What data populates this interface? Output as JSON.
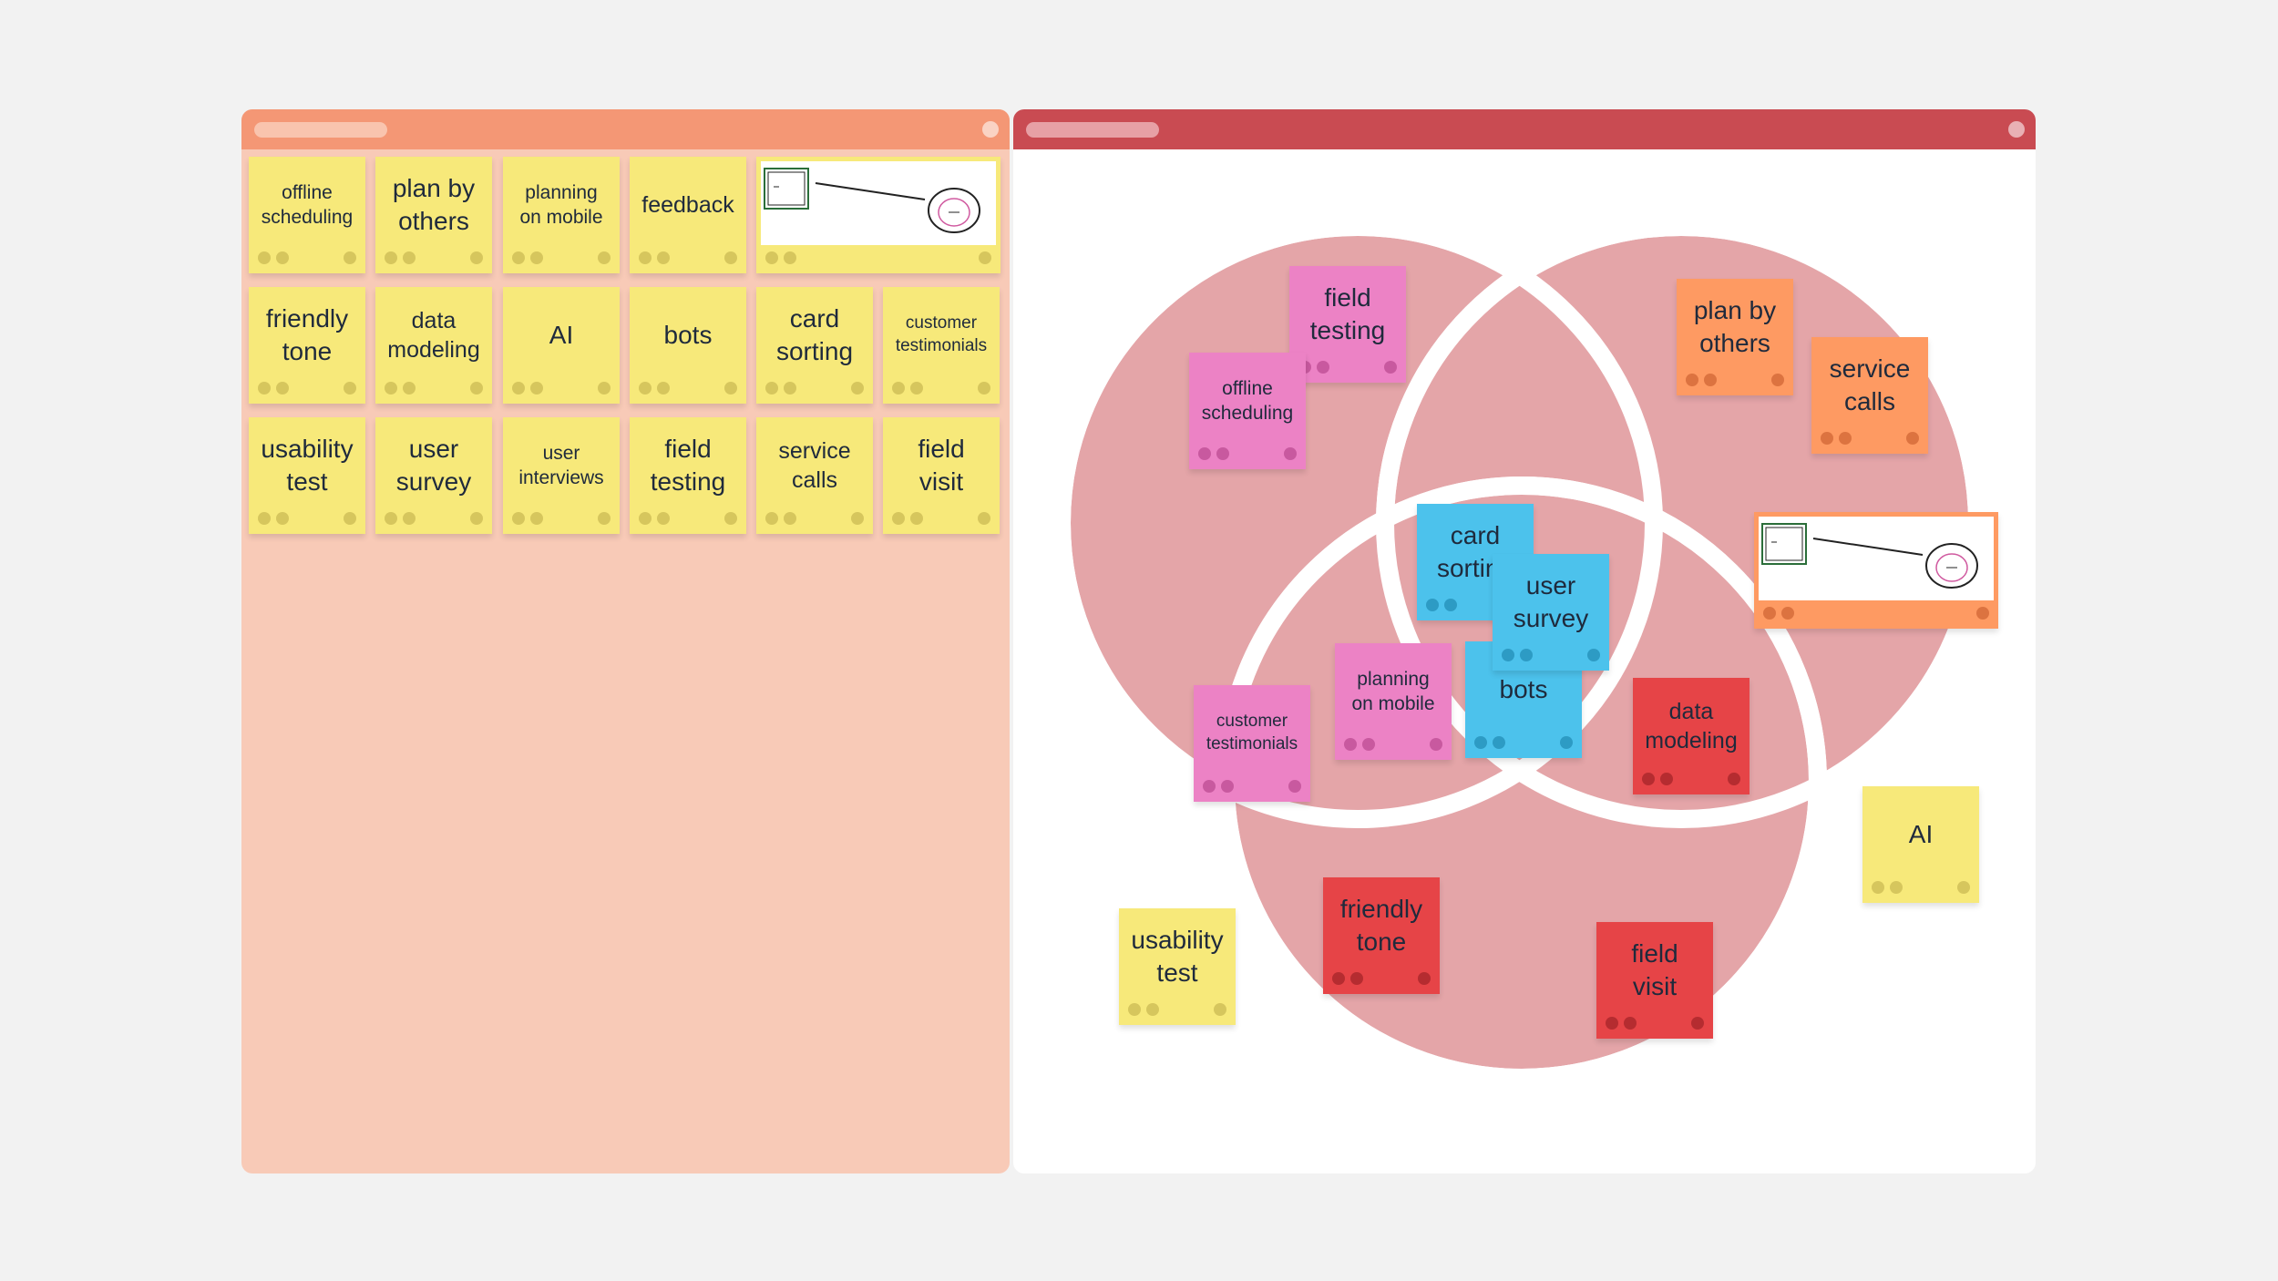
{
  "left_panel": {
    "notes": [
      {
        "id": "l-offline-scheduling",
        "text": "offline\nscheduling",
        "size": "s"
      },
      {
        "id": "l-plan-by-others",
        "text": "plan by\nothers",
        "size": "l"
      },
      {
        "id": "l-planning-on-mobile",
        "text": "planning\non mobile",
        "size": "s"
      },
      {
        "id": "l-feedback",
        "text": "feedback",
        "size": "m"
      },
      {
        "id": "l-friendly-tone",
        "text": "friendly\ntone",
        "size": "l"
      },
      {
        "id": "l-data-modeling",
        "text": "data\nmodeling",
        "size": "m"
      },
      {
        "id": "l-ai",
        "text": "AI",
        "size": "l"
      },
      {
        "id": "l-bots",
        "text": "bots",
        "size": "l"
      },
      {
        "id": "l-card-sorting",
        "text": "card\nsorting",
        "size": "l"
      },
      {
        "id": "l-customer-testimonials",
        "text": "customer\ntestimonials",
        "size": "xs"
      },
      {
        "id": "l-usability-test",
        "text": "usability\ntest",
        "size": "l"
      },
      {
        "id": "l-user-survey",
        "text": "user\nsurvey",
        "size": "l"
      },
      {
        "id": "l-user-interviews",
        "text": "user\ninterviews",
        "size": "s"
      },
      {
        "id": "l-field-testing",
        "text": "field\ntesting",
        "size": "l"
      },
      {
        "id": "l-service-calls",
        "text": "service\ncalls",
        "size": "m"
      },
      {
        "id": "l-field-visit",
        "text": "field\nvisit",
        "size": "l"
      }
    ]
  },
  "right_panel": {
    "notes": [
      {
        "id": "r-field-testing",
        "text": "field\ntesting",
        "size": "l",
        "color": "pink"
      },
      {
        "id": "r-offline-scheduling",
        "text": "offline\nscheduling",
        "size": "s",
        "color": "pink"
      },
      {
        "id": "r-plan-by-others",
        "text": "plan by\nothers",
        "size": "l",
        "color": "orange"
      },
      {
        "id": "r-service-calls",
        "text": "service\ncalls",
        "size": "l",
        "color": "orange"
      },
      {
        "id": "r-card-sorting",
        "text": "card\nsorting",
        "size": "l",
        "color": "blue"
      },
      {
        "id": "r-bots",
        "text": "bots",
        "size": "l",
        "color": "blue"
      },
      {
        "id": "r-user-survey",
        "text": "user\nsurvey",
        "size": "l",
        "color": "blue"
      },
      {
        "id": "r-planning-on-mobile",
        "text": "planning\non mobile",
        "size": "s",
        "color": "pink"
      },
      {
        "id": "r-customer-testimonials",
        "text": "customer\ntestimonials",
        "size": "xs",
        "color": "pink"
      },
      {
        "id": "r-data-modeling",
        "text": "data\nmodeling",
        "size": "m",
        "color": "red"
      },
      {
        "id": "r-ai",
        "text": "AI",
        "size": "l",
        "color": "yellow"
      },
      {
        "id": "r-usability-test",
        "text": "usability\ntest",
        "size": "l",
        "color": "yellow"
      },
      {
        "id": "r-friendly-tone",
        "text": "friendly\ntone",
        "size": "l",
        "color": "red"
      },
      {
        "id": "r-field-visit",
        "text": "field\nvisit",
        "size": "l",
        "color": "red"
      }
    ]
  },
  "colors": {
    "left_header": "#f49775",
    "left_body": "#f8cab7",
    "right_header": "#c94b52",
    "right_body": "#ffffff",
    "venn_fill": "#e4a5a8",
    "venn_outline": "#ffffff"
  }
}
